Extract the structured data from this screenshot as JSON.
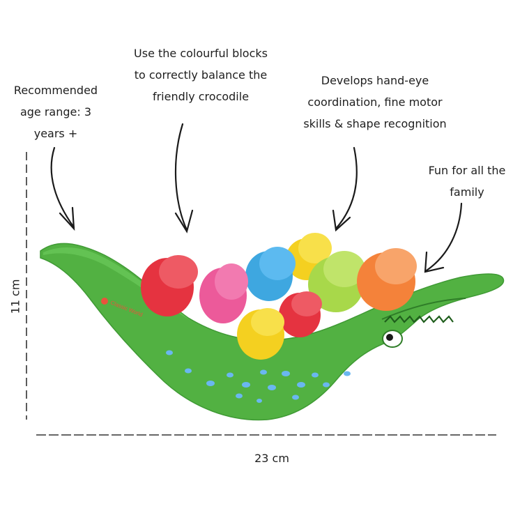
{
  "annotations": {
    "age": [
      "Recommended",
      "age range: 3",
      "years +"
    ],
    "blocks": [
      "Use the colourful blocks",
      "to correctly balance the",
      "friendly crocodile"
    ],
    "skills": [
      "Develops hand-eye",
      "coordination, fine motor",
      "skills & shape recognition"
    ],
    "family": [
      "Fun for all the",
      "family"
    ]
  },
  "dimensions": {
    "height": "11 cm",
    "width": "23 cm"
  },
  "brand": {
    "logo_text": "Classic World"
  },
  "colors": {
    "crocodile": "#52b142",
    "crocodile_dark": "#3d9632",
    "spots": "#6ab7f0",
    "block_red": "#e53340",
    "block_pink": "#ec5a9a",
    "block_blue": "#3ea7e0",
    "block_yellow": "#f4d020",
    "block_lime": "#a8d84a",
    "block_orange": "#f4823a"
  }
}
